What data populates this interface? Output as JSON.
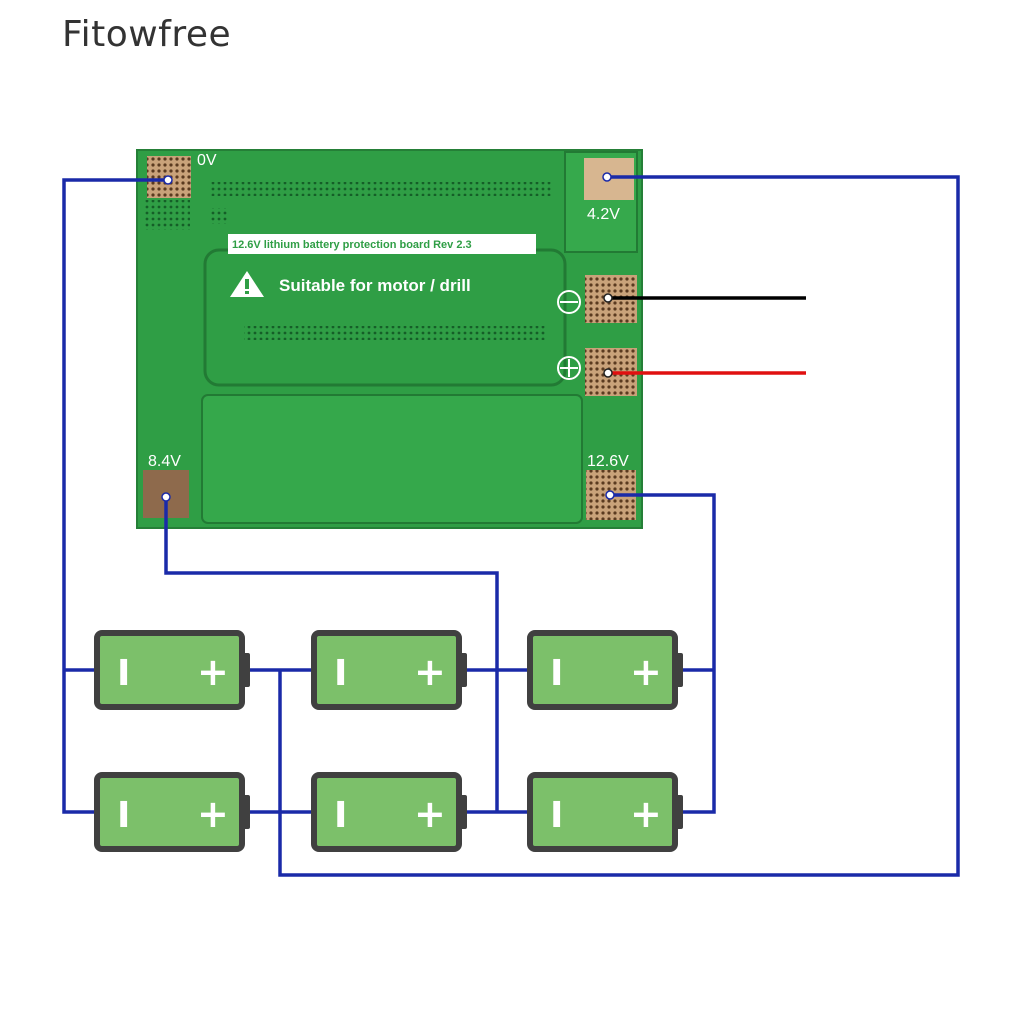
{
  "brand": "Fitowfree",
  "board": {
    "title": "12.6V lithium battery protection board Rev 2.3",
    "warning": "Suitable for motor / drill",
    "pads": {
      "zero": "0V",
      "four_two": "4.2V",
      "eight_four": "8.4V",
      "twelve_six": "12.6V"
    }
  },
  "battery": {
    "minus": "I",
    "plus": "+"
  },
  "colors": {
    "board": "#2f9e45",
    "wire_blue": "#1a2aa8",
    "wire_black": "#000000",
    "wire_red": "#e01010",
    "battery_fill": "#7cc06a",
    "battery_border": "#404040"
  },
  "icons": [
    "warning-icon",
    "minus-terminal-icon",
    "plus-terminal-icon"
  ]
}
